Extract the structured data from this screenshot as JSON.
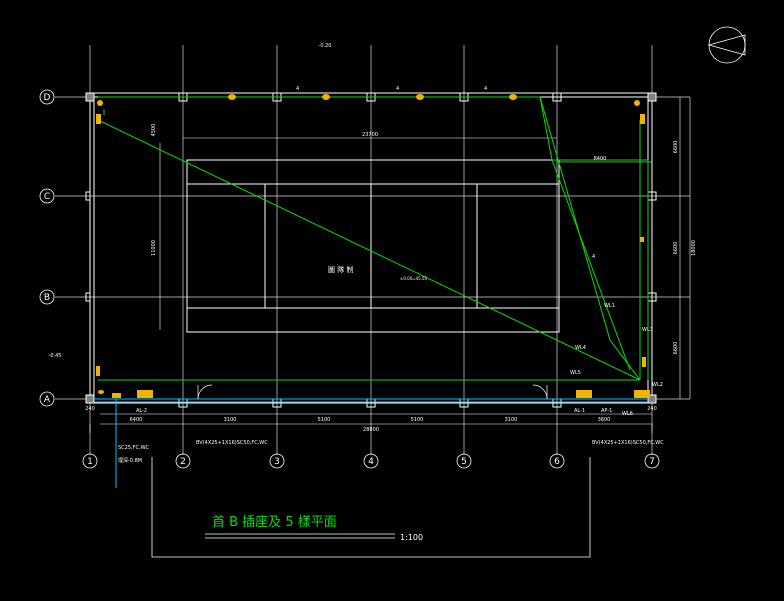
{
  "drawing": {
    "title": "首 B 插座及 5 樣平面",
    "scale": "1:100",
    "room_label": "圖 隊 制",
    "room_note": "±0.00=45.55",
    "level_mark_top": "-0.20",
    "level_mark_left": "-0.45",
    "wire_counts": [
      "4",
      "4",
      "4",
      "4"
    ],
    "circuit_labels": {
      "wl1": "WL1",
      "wl2": "WL2",
      "wl3": "WL3",
      "wl4": "WL4",
      "wl5": "WL5",
      "wl6": "WL6"
    },
    "panel_labels": {
      "al2": "AL-2",
      "al1": "AL-1",
      "ap1": "AP-1"
    },
    "cable_labels": {
      "left": "BV(4X25+1X16)SC50,FC,WC",
      "right": "BV(4X25+1X16)SC50,FC,WC",
      "incoming": "SC25,FC,WC",
      "incoming_depth": "埋深-0.8M"
    },
    "colors": {
      "background": "#000000",
      "grid": "#ffffff",
      "wiring": "#00e000",
      "panel": "#f2b200",
      "cable": "#00c8ff"
    }
  },
  "axes": {
    "rows": [
      "D",
      "C",
      "B",
      "A"
    ],
    "columns": [
      "1",
      "2",
      "3",
      "4",
      "5",
      "6",
      "7"
    ]
  },
  "dimensions": {
    "top_span": "23700",
    "inner_span": "8400",
    "bay": "3600",
    "bottom_total": "28800",
    "bottom_bays": [
      "6400",
      "3100",
      "5100",
      "5100",
      "3100",
      "3600"
    ],
    "left_vertical": "11000",
    "right_total": "18000",
    "right_segments": [
      "6600",
      "6600",
      "6600"
    ],
    "left_offset": "4500",
    "small_left": "240",
    "small_right": "240"
  }
}
